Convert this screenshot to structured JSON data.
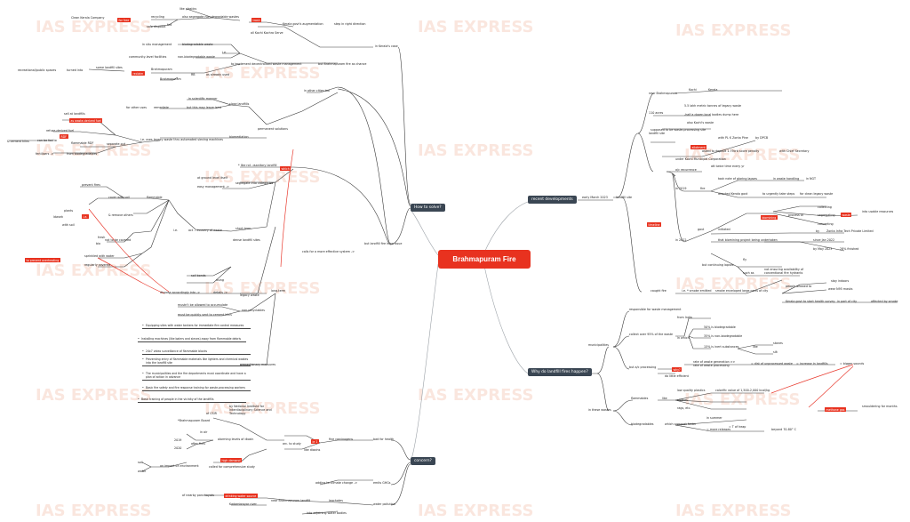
{
  "watermark": "IAS EXPRESS",
  "root": "Brahmapuram Fire",
  "recent": {
    "branch": "recent developments",
    "early_march": "early March 2023",
    "landfill_site": "landfill site",
    "caught_fire": "caught fire",
    "near": "near Brahmapuram",
    "kochi": "Kochi",
    "kerala": "Kerala",
    "acres": "110 acres",
    "tonnes": "5.5 lakh metric tonnes of legacy waste",
    "half": "-half a dozen local bodies dump here",
    "also_kochi": "also Kochi's waste",
    "supposed": "supposed to be waste-processing site",
    "allotment": "allotment",
    "ppp": "with PL K Zonta Pine",
    "dpcb": "by DPCB",
    "deposit": "asked to deposit 1.79crb score penalty",
    "ckcl": "with Chief Secretary",
    "cochin": "under Kochi Municipal Corporation",
    "timeline": "timeline",
    "recurrence": "a/c recurrence",
    "att": "att twice time every yr",
    "y2019": "in 2019",
    "fire": "fire",
    "took": "took note of glaring lapses",
    "mishandling": "in waste handling",
    "ngt": "in NGT",
    "directed": "directed Kerala govt",
    "urgent": "to urgently take steps",
    "biomining": "for clean legacy waste",
    "y2022": "in 2022",
    "govt": "govt",
    "initiated": "initiated",
    "biomining_tag": "biomining",
    "process": "process of",
    "collecting": "collecting",
    "segregating": "segregating",
    "converting": "converting",
    "waste": "waste",
    "into_usable": "into usable resources",
    "by": "by",
    "zonta": "Zonta Infra Tech Private Limited",
    "biomining_project": "that biomining project being undertaken",
    "since": "since Jan 2022",
    "by_may": "by May 2023",
    "finished": "28% finished",
    "continuing": "but continuing lapses",
    "such_as": "such as",
    "not_ensuring": "not ensuring availability of\nconventional fire hydrants",
    "fly": "fly",
    "smoke": "smoke enveloped large parts of city",
    "smog": "i.e. * smoke emitted",
    "people": "people allowed to",
    "stay": "stay indoors",
    "wear": "wear N95 masks",
    "survey": "Kerala govt to start health survey",
    "affected": "affected by smoke",
    "in_part": "in part of city"
  },
  "why": {
    "branch": "Why do landfill fires happen?",
    "municipalities": "municipalities",
    "responsible": "responsible for waste management",
    "collect": "collect over 95% of the waste",
    "from_India": "from India",
    "in_which": "in which",
    "biodeg": "50% is biodegradable",
    "nonbio": "35% is non-biodegradable",
    "inert": "15% is inert substances",
    "like": "like",
    "stones": "stones",
    "silt": "silt",
    "but_poor": "but a/c processing",
    "why": "why?",
    "do_little": "do little efficient",
    "rate": "rate of waste generation >>\nrate of waste processing",
    "dump": "= dumping",
    "unprocessed": "= dist of unprocessed waste",
    "increase": "= increase in landfills",
    "bigger": "= bigger sounds",
    "these_wastes": "in these wastes",
    "flammables": "flammables",
    "low_quality": "low quality plastics",
    "calorific": "calorific value of 1,500-2,000 kcal/kg",
    "like2": "like",
    "clothes": "clothes",
    "rags": "rags, etc.",
    "biodegradables": "biodegradables",
    "which": "which compost faster",
    "summer": "in summer",
    "more_releases": "= more releases",
    "methane": "methane gas",
    "beyond": "beyond 70-80° C",
    "dry": "= T of heap",
    "smoulder": "smouldering for months",
    "leads_ch4": "= leads to CH4"
  },
  "how": {
    "branch": "How to solve?",
    "in_kerala": "in Kerala's case",
    "step": "step in right direction",
    "hendis": "Kerala govt's augmentation",
    "all_kochi": "all Kochi Kochra Serve",
    "trash": "trash",
    "trash_coll": "collection",
    "anyone": "also segregate non-degradable wastes",
    "recycling": "recycling",
    "fed": "fed",
    "plastics": "like plastics",
    "clean": "Clean Kerala Company",
    "for_free": "for free",
    "safe": "safe disposal",
    "but_plan": "but Brahmapuram fire as chance",
    "decentr": "to implement decentralised waste management",
    "in_situ": "in situ management",
    "biodeg_waste": "biodegradable waste",
    "i_e": "i.e.",
    "community": "community-level facilities",
    "nonbiodeg": "non-biodegradable waste",
    "reclaim": "reclaim",
    "some_sites": "some landfill sites",
    "turned": "turned into",
    "recreational": "recreational/public spaces",
    "brahmapuram": "Brahmapuram",
    "already": "as already used",
    "in_other": "in other cities too",
    "close": "close landfills",
    "scientific": "in scientific manner",
    "for_others": "for other uses",
    "remediate": "remediate",
    "but_for": "but this may leave land",
    "permanent": "permanent solutions",
    "biomediation": "biomediation",
    "legacy": "i.e. uses legacy waste thru automated sieving machines",
    "separate": "separate out",
    "recycles": "as waste-derived fuel",
    "wdf": "refuse-derived fuel",
    "combust": "RDF",
    "flammable": "flammable RDF",
    "sell": "sell at landfills",
    "can_be": "can be fed to",
    "cement": "& cement kilns",
    "from_bio": "from biodegradables",
    "fertilisers": "fertilisers ->",
    "which": "which",
    "like_rot": "* like rot ->",
    "sanitary": "sanitary landfill",
    "segregate": "segregate into categories",
    "above_ground": "at ground level itself",
    "reach": "easy management ->",
    "shortterm": "short-term",
    "i_e_2": "i.e.",
    "prevent": "prevent fires",
    "sealants": "cover with soil",
    "cover": "& remove others",
    "flammables_l": "flammable",
    "put_covered": "not to be covered",
    "fresh": "fresh",
    "bio": "bio",
    "with_soil": "with soil",
    "sprinkled": "sprinkled with water",
    "prevent_moisture": "to prevent overheating",
    "regularly": "regularly covered",
    "rb": "RB",
    "dispose": "dispose accordingly into ->",
    "dense_landfill": "dense landfill sites",
    "dense_i_e": "i.e.",
    "act_recovery": "act - recovery of waste",
    "plants": "plants",
    "ldwork": "ldwork",
    "using": "using",
    "mulch": "soil bonds",
    "details": "details ->",
    "inform": "inform",
    "legacy_waste": "legacy waste",
    "long_term": "long-term",
    "non_recyclables": "non-recyclables",
    "musn": "mustn't be allowed to accumulate",
    "must_quick": "must be quickly sent to cement kilns",
    "precautionary": "precautionary measures",
    "calls_for": "calls for a more effective system ->",
    "but_landfill": "but landfill fire is an issue",
    "bullets": [
      "Equipping sites with water tankers for immediate fire control measures",
      "Installing machines (like balers and sieves) away from flammable debris",
      "24x7 video surveillance of flammable blocks",
      "Preventing entry of flammable materials like lighters and chemical wastes into the landfill site",
      "The municipalities and the fire departments must coordinate and have a plan of action in advance",
      "Basic fire safety and fire response training for waste-processing workers",
      "Basic training of people in the vicinity of the landfills"
    ]
  },
  "concern": {
    "branch": "concern?",
    "bad_health": "bad for health",
    "fine_carcinogens": "fine carcinogens",
    "red_1": "ie 1",
    "like_dioxins": "like dioxins",
    "arc_study": "arc. to study",
    "by_national": "by National Institute for\nInterdisciplinary Science and\nTechnology",
    "of_csir": "of CSIR",
    "brahmapuram_board": "*Brahmapuram Board",
    "alarming": "alarming levels of dioxin",
    "in_air": "in air",
    "after_fires": "after fires",
    "y2019": "2019",
    "y2020": "2020",
    "high_demand": "high demand",
    "called": "called for comprehensive study",
    "on_impact": "on impact on environment",
    "soil": "soil",
    "water": "water",
    "adding": "adding to climate change ->",
    "emits_ghgs": "emits GHGs",
    "water_pollution": "water pollution",
    "leachates": "leachates",
    "near_landfill": "near Brahmapuram landfill",
    "drinking": "drinking water source",
    "kadambrayar": "Kadambrayar river",
    "of_nearby": "of nearby panchayats",
    "into_waterbodies": "into adjoining water bodies"
  }
}
